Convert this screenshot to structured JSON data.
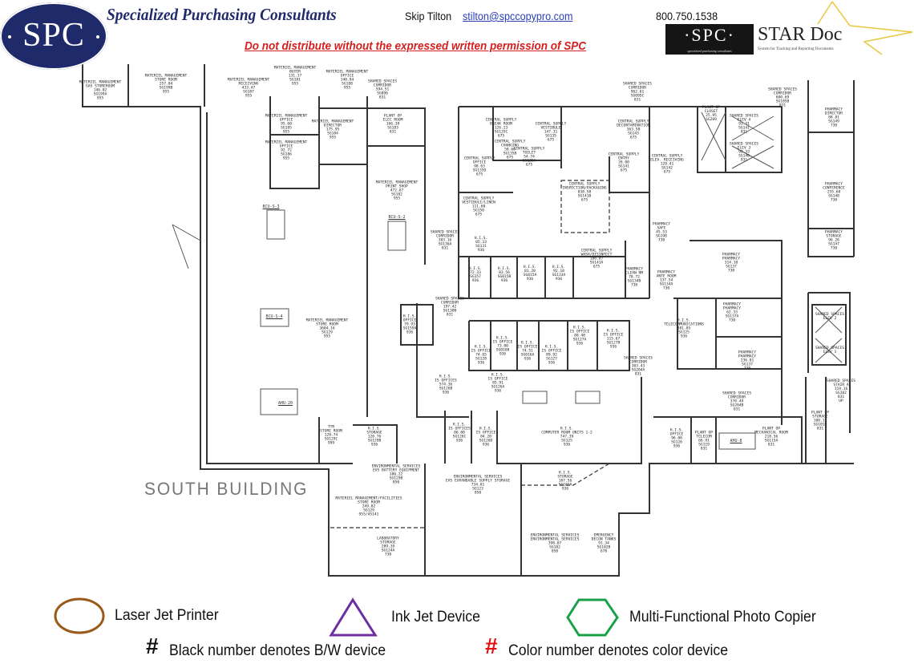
{
  "header": {
    "logo_text": "SPC",
    "company": "Specialized Purchasing Consultants",
    "contact_name": "Skip Tilton",
    "contact_email": "stilton@spccopypro.com",
    "contact_phone": "800.750.1538",
    "warning": "Do not distribute without the expressed written permission of SPC",
    "star_logo": {
      "brand": "·SPC·",
      "brand_sub": "specialized purchasing consultants",
      "title": "STAR Doc",
      "subtitle": "System for Tracking and Reporting Documents"
    }
  },
  "building_label": "SOUTH BUILDING",
  "equipment": [
    "BCU-S-3",
    "BCU-S-2",
    "BCU-S-4",
    "AHU-20",
    "AHU-8"
  ],
  "rooms": [
    "MATERIEL MANAGEMENT\nGAS STOREROOM\n146.02\nSG199A\n955",
    "MATERIEL MANAGEMENT\nSTORE ROOM\n257.04\nSG199B\n955",
    "MATERIEL MANAGEMENT\nRECEIVING\n433.47\nSG187\n955",
    "MATERIEL MANAGEMENT\nBUYER\n131.17\nSG181\n955",
    "MATERIEL MANAGEMENT\nOFFICE\n140.84\nSG188\n955",
    "SHARED SPACES\nCORRIDOR\n594.51\nSG096\n831",
    "MATERIEL MANAGEMENT\nOFFICE\n95.60\nSG185\n955",
    "MATERIEL MANAGEMENT\nDIRECTOR\n175.95\nSG184\n955",
    "MATERIEL MANAGEMENT\nOFFICE\n92.72\nSG186\n955",
    "PLANT OP\nELEC ROOM\n166.38\nSG183\n831",
    "MATERIEL MANAGEMENT\nPRINT SHOP\n472.67\nSG182\n955",
    "CENTRAL SUPPLY\nBREAK ROOM\n126.23\nSG135C\n675",
    "CENTRAL SUPPLY\nVESTIBULE\n147.31\nSG135\n675",
    "CENTRAL SUPPLY\nCHANGING\n58.60\nSG135B\n675",
    "CENTRAL SUPPLY\nTOILET\n54.74\nSG135A\n675",
    "CENTRAL SUPPLY\nOFFICE\n98.63\nSG135D\n675",
    "CENTRAL SUPPLY\nDECONTAMINATION\n363.58\nSG143\n675",
    "CENTRAL SUPPLY\nENTRY\n26.00\nSG141\n675",
    "CENTRAL SUPPLY\nELEV. RECEIVING\n128.41\nSG142\n675",
    "SHARED SPACES\nCORRIDOR\n962.61\nSG095C\n831",
    "PLANT OP\nCLOSET\n25.95\nSG209",
    "SHARED SPACES\nELEV 4\n93.31\nSG141\n831",
    "SHARED SPACES\nELEV 3\n92.33\nSG140\n831",
    "SHARED SPACES\nCORRIDOR\n600.69\nSG105B\n831",
    "PHARMACY\nDIRECTOR\n88.81\nSG149\n730",
    "PHARMACY\nCONFERENCE\n255.68\nSG148\n730",
    "PHARMACY\nSTORAGE\n96.26\nSG147\n730",
    "CENTRAL SUPPLY\nINSPECTION/PACKAGING\n838.58\nSG141B\n675",
    "CENTRAL SUPPLY\nVESTIBULE/LINEN\n111.60\nSG150\n675",
    "SHARED SPACES\nCORRIDOR\n383.16\nSG136A\n831",
    "H.I.S.\n85.33\nSG131\n936",
    "H.I.S.\n72.33\nSG157\n936",
    "H.I.S.\n83.56\nSG015B\n936",
    "H.I.S.\n81.20\nSG015A\n936",
    "H.I.S.\n92.18\nSG133A\n936",
    "CENTRAL SUPPLY\nWASH/DISINFECT\n180.07\nSG141A\n675",
    "PHARMACY\nSAFE\n45.53\nSG198\n730",
    "PHARMACY\nCLEAN RM\n78.72\nSG134B\n730",
    "PHARMACY\nANTE ROOM\n137.54\nSG134A\n730",
    "PHARMACY\nPHARMACY\n314.10\nSG137\n730",
    "SHARED SPACES\nCORRIDOR\n197.42\nSG130B\n831",
    "H.I.S.\nOFFICE\n79.93\nSG159A\n936",
    "MATERIEL MANAGEMENT\nSTORE ROOM\n3604.16\nSG129\n955",
    "H.I.S.\nIS OFFICE\n74.65\nSG128\n936",
    "H.I.S.\nIS OFFICE\n73.00\nSG016B\n936",
    "H.I.S.\nIS OFFICE\n74.51\nSG016A\n936",
    "H.I.S.\nIS OFFICE\n89.92\nSG127\n936",
    "H.I.S.\nIS OFFICE\n80.48\nSG127A\n936",
    "H.I.S.\nIS OFFICE\n115.67\nSG127B\n936",
    "SHARED SPACES\nCORRIDOR\n303.43\nSG204A\n831",
    "H.I.S.\nTELECOMMUNICATIONS\n381.85\nSG125\n936",
    "PHARMACY\nPHARMACY\n62.33\nSG137A\n730",
    "PHARMACY\nPHARMACY\n236.81\nSG137\n730",
    "SHARED SPACES\nCORRIDOR\n370.49\nSG204B\n831",
    "SHARED SPACES\nELEV 2",
    "SHARED SPACES\nELEV 1",
    "SHARED SPACES\nSTAIR A\n119.16\nSG102\n831\nUP",
    "PLANT OP\nSTORAGE\n100.11\nSG101B\n831",
    "H.I.S.\nIS OFFICES\n574.36\nSG126B\n936",
    "H.I.S.\nIS OFFICE\n85.91\nSG126A\n936",
    "H.I.S.\nIS OFFICES\n86.00\nSG126C\n936",
    "H.I.S.\nIS OFFICE\n84.20\nSG126D\n936",
    "H.I.S.\nCOMPUTER ROOM UNITS 1-2\n747.39\nSG125\n936",
    "H.I.S.\nOFFICE\n96.08\nSG120\n936",
    "PLANT OP\nTELECOM\n66.91\nSG119\n831",
    "PLANT OP\nMECHANICAL ROOM\n218.56\nSG115A\n831",
    "TTR\nSTORE ROOM\n128.74\nSG129C\n999",
    "H.I.S.\nSTORAGE\n120.76\nSG129B\n936",
    "ENVIRONMENTAL SERVICES\nEVS BATTERY EQUIPMENT\n180.22\nSG129B\n850",
    "ENVIRONMENTAL SERVICES\nEVS EXPANDABLE SUPPLY STORAGE\n734.81\nSG123\n850",
    "H.I.S.\nSTORAGE\n187.56\nSG102A\n936",
    "MATERIEL MANAGEMENT/FACILITIES\nSTORE ROOM\n249.82\nSG129\n955/45141",
    "LABORATORY\nSTORAGE\n289.39\nSG124A\n730",
    "ENVIRONMENTAL SERVICES\nENVIRONMENTAL SERVICES\n398.07\nSG102\n850",
    "EMERGENCY\nDECON TANKS\n91.34\nSG102B\n678"
  ],
  "legend": {
    "laser": "Laser Jet Printer",
    "inkjet": "Ink Jet Device",
    "mfp": "Multi-Functional Photo Copier",
    "hash_symbol": "#",
    "bw_note": "Black number denotes B/W device",
    "color_note": "Color number denotes color device",
    "colors": {
      "laser": "#9a5a1c",
      "inkjet": "#6a2fa0",
      "mfp": "#1aa04a",
      "color_hash": "#e01010",
      "brand_navy": "#1f2a6b"
    }
  }
}
